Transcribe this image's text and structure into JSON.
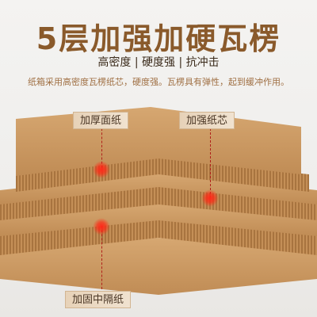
{
  "header": {
    "title": "5层加强加硬瓦楞",
    "subtitle": "高密度 | 硬度强 | 抗冲击",
    "description": "纸箱采用高密度瓦楞纸芯，硬度强。瓦楞具有弹性，起到缓冲作用。"
  },
  "labels": {
    "top_face": "加厚面纸",
    "core": "加强纸芯",
    "middle": "加固中隔纸"
  },
  "colors": {
    "brand": "#8a5a2b",
    "kraft": "#c8975f",
    "flute": "#b98550",
    "marker": "#ff2a1a"
  }
}
